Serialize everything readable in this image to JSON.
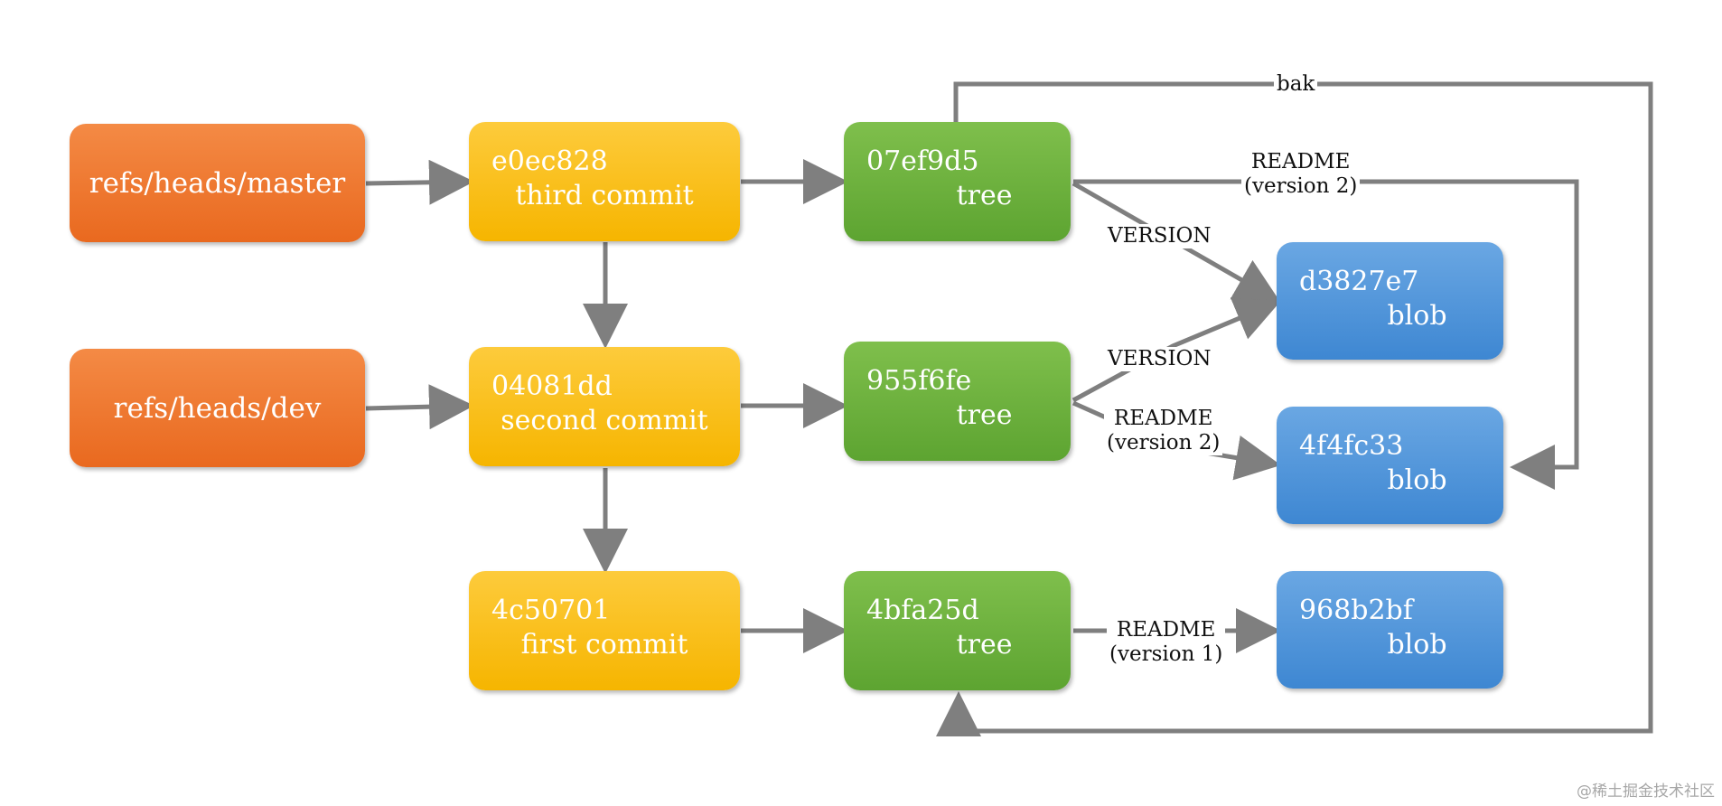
{
  "refs": {
    "master": "refs/heads/master",
    "dev": "refs/heads/dev"
  },
  "commits": {
    "third": {
      "hash": "e0ec828",
      "label": "third commit"
    },
    "second": {
      "hash": "04081dd",
      "label": "second commit"
    },
    "first": {
      "hash": "4c50701",
      "label": "first commit"
    }
  },
  "trees": {
    "t1": {
      "hash": "07ef9d5",
      "label": "tree"
    },
    "t2": {
      "hash": "955f6fe",
      "label": "tree"
    },
    "t3": {
      "hash": "4bfa25d",
      "label": "tree"
    }
  },
  "blobs": {
    "version": {
      "hash": "d3827e7",
      "label": "blob"
    },
    "readme2": {
      "hash": "4f4fc33",
      "label": "blob"
    },
    "readme1": {
      "hash": "968b2bf",
      "label": "blob"
    }
  },
  "edge_labels": {
    "bak": "bak",
    "readme": "README",
    "version_2": "(version 2)",
    "version_1": "(version 1)",
    "version_file": "VERSION"
  },
  "colors": {
    "ref": "#ef7a30",
    "commit": "#fbc11b",
    "tree": "#6db13d",
    "blob": "#5197db",
    "arrow": "#7f7f7f"
  },
  "watermark": "@稀土掘金技术社区"
}
